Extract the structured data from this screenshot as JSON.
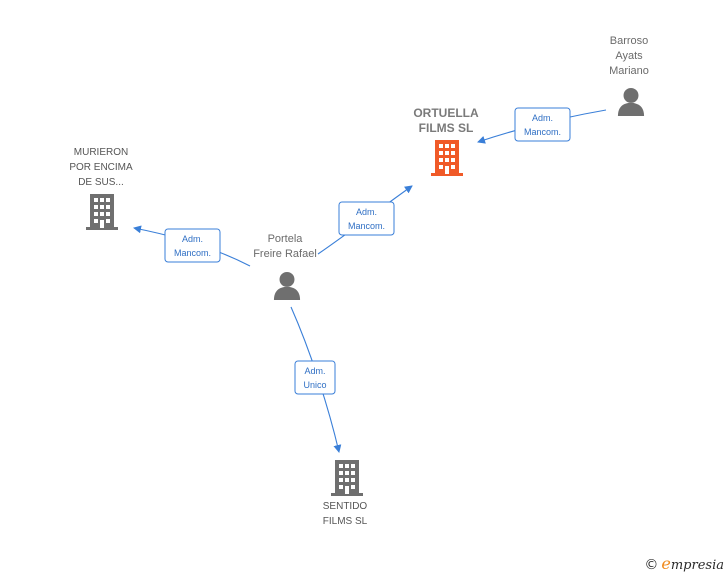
{
  "nodes": {
    "ortuella": {
      "lines": [
        "ORTUELLA",
        "FILMS  SL"
      ],
      "type": "company-main",
      "color": "#f05a28"
    },
    "barroso": {
      "lines": [
        "Barroso",
        "Ayats",
        "Mariano"
      ],
      "type": "person"
    },
    "murieron": {
      "lines": [
        "MURIERON",
        "POR ENCIMA",
        "DE SUS..."
      ],
      "type": "company"
    },
    "portela": {
      "lines": [
        "Portela",
        "Freire Rafael"
      ],
      "type": "person"
    },
    "sentido": {
      "lines": [
        "SENTIDO",
        "FILMS SL"
      ],
      "type": "company"
    }
  },
  "edges": [
    {
      "id": "barroso-ortuella",
      "lines": [
        "Adm.",
        "Mancom."
      ]
    },
    {
      "id": "portela-ortuella",
      "lines": [
        "Adm.",
        "Mancom."
      ]
    },
    {
      "id": "portela-murieron",
      "lines": [
        "Adm.",
        "Mancom."
      ]
    },
    {
      "id": "portela-sentido",
      "lines": [
        "Adm.",
        "Unico"
      ]
    }
  ],
  "colors": {
    "edge": "#3a7fd8",
    "icon": "#6f6f6f",
    "main": "#f05a28"
  },
  "footer": {
    "copyright": "©",
    "brand_initial": "e",
    "brand_rest": "mpresia"
  }
}
